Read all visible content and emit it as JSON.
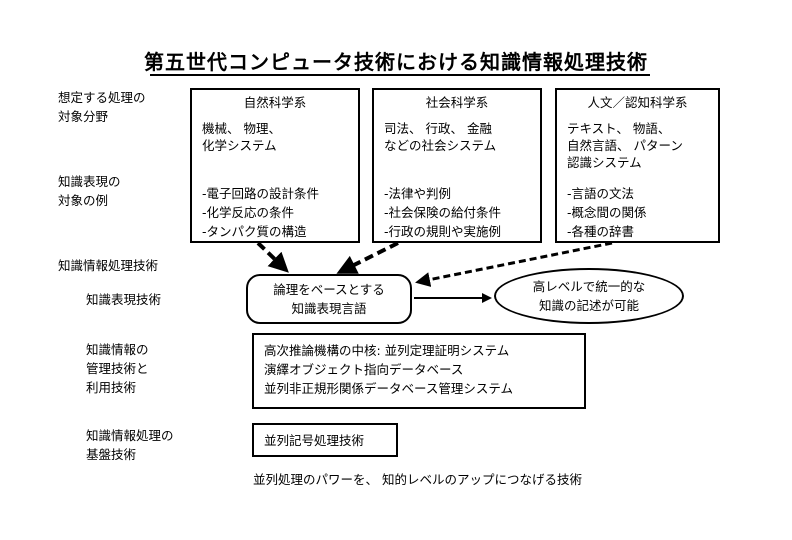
{
  "title": "第五世代コンピュータ技術における知識情報処理技術",
  "row_labels": {
    "target_domain": [
      "想定する処理の",
      "対象分野"
    ],
    "knowledge_examples": [
      "知識表現の",
      "対象の例"
    ],
    "kip_tech": "知識情報処理技術",
    "kr_tech": "知識表現技術",
    "management": [
      "知識情報の",
      "管理技術と",
      "利用技術"
    ],
    "foundation": [
      "知識情報処理の",
      "基盤技術"
    ]
  },
  "columns": [
    {
      "header": "自然科学系",
      "domain_text": "機械、 物理、\n化学システム",
      "examples": [
        "-電子回路の設計条件",
        "-化学反応の条件",
        "-タンパク質の構造"
      ]
    },
    {
      "header": "社会科学系",
      "domain_text": "司法、 行政、 金融\nなどの社会システム",
      "examples": [
        "-法律や判例",
        "-社会保険の給付条件",
        "-行政の規則や実施例"
      ]
    },
    {
      "header": "人文／認知科学系",
      "domain_text": "テキスト、 物語、\n自然言語、 パターン\n認識システム",
      "examples": [
        "-言語の文法",
        "-概念間の関係",
        "-各種の辞書"
      ]
    }
  ],
  "logic_box": [
    "論理をベースとする",
    "知識表現言語"
  ],
  "ellipse": [
    "高レベルで統一的な",
    "知識の記述が可能"
  ],
  "management_box": [
    "高次推論機構の中核: 並列定理証明システム",
    "演繹オブジェクト指向データベース",
    "並列非正規形関係データベース管理システム"
  ],
  "foundation_box": "並列記号処理技術",
  "footer": "並列処理のパワーを、 知的レベルのアップにつなげる技術"
}
